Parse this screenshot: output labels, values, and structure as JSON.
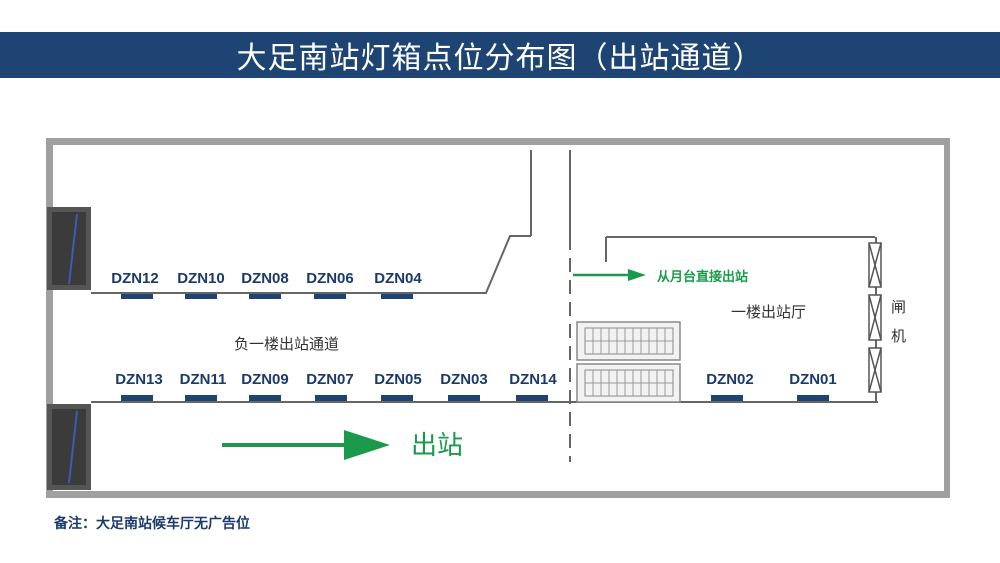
{
  "title": "大足南站灯箱点位分布图（出站通道）",
  "labels": {
    "corridor": "负一楼出站通道",
    "hall": "一楼出站厅",
    "gate_1": "闸",
    "gate_2": "机",
    "from_platform": "从月台直接出站",
    "exit": "出站",
    "note": "备注：大足南站候车厅无广告位"
  },
  "top_row": [
    "DZN12",
    "DZN10",
    "DZN08",
    "DZN06",
    "DZN04"
  ],
  "bottom_row": [
    "DZN13",
    "DZN11",
    "DZN09",
    "DZN07",
    "DZN05",
    "DZN03",
    "DZN14",
    "DZN02",
    "DZN01"
  ],
  "colors": {
    "title_bg": "#1d4473",
    "label": "#1b3a6b",
    "marker": "#1d4473",
    "arrow": "#1a9a4a",
    "wall": "#a0a0a0"
  }
}
